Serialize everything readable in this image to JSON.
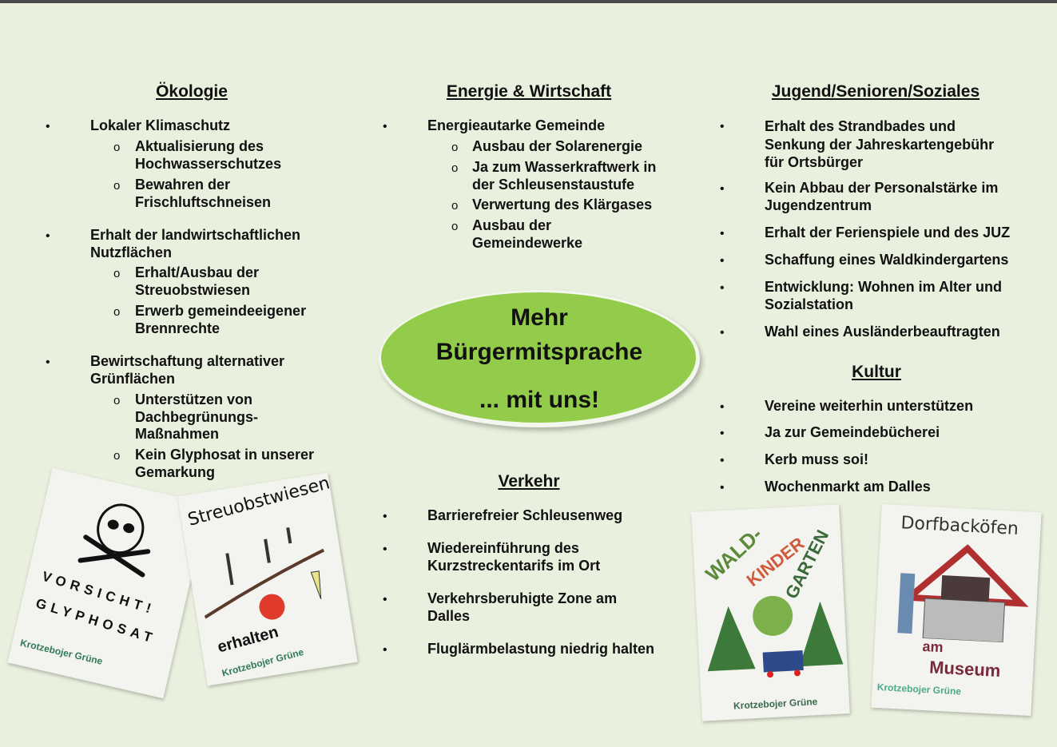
{
  "center": {
    "line1": "Mehr",
    "line2": "Bürgermitsprache",
    "line3": "... mit uns!"
  },
  "oekologie": {
    "title": "Ökologie",
    "items": [
      {
        "text": "Lokaler Klimaschutz",
        "sub": [
          "Aktualisierung des\nHochwasserschutzes",
          "Bewahren der\nFrischluftschneisen"
        ]
      },
      {
        "text": "Erhalt der landwirtschaftlichen\nNutzflächen",
        "sub": [
          "Erhalt/Ausbau der\nStreuobstwiesen",
          "Erwerb gemeindeeigener\nBrennrechte"
        ]
      },
      {
        "text": "Bewirtschaftung alternativer\nGrünflächen",
        "sub": [
          "Unterstützen von\nDachbegrünungs-\nMaßnahmen",
          "Kein Glyphosat in unserer\nGemarkung"
        ]
      }
    ]
  },
  "energie": {
    "title": "Energie & Wirtschaft",
    "items": [
      {
        "text": "Energieautarke Gemeinde",
        "sub": [
          "Ausbau der Solarenergie",
          "Ja zum Wasserkraftwerk in\nder Schleusenstaustufe",
          "Verwertung des Klärgases",
          "Ausbau der\nGemeindewerke"
        ]
      }
    ]
  },
  "verkehr": {
    "title": "Verkehr",
    "items": [
      "Barrierefreier Schleusenweg",
      "Wiedereinführung des\nKurzstreckentarifs im Ort",
      "Verkehrsberuhigte Zone am\nDalles",
      "Fluglärmbelastung niedrig halten"
    ]
  },
  "jugend": {
    "title": "Jugend/Senioren/Soziales",
    "items": [
      "Erhalt des Strandbades und\nSenkung der Jahreskartengebühr\nfür Ortsbürger",
      "Kein Abbau der Personalstärke im\nJugendzentrum",
      "Erhalt der Ferienspiele und des JUZ",
      "Schaffung eines Waldkindergartens",
      "Entwicklung: Wohnen im Alter und\nSozialstation",
      "Wahl eines Ausländerbeauftragten"
    ]
  },
  "kultur": {
    "title": "Kultur",
    "items": [
      "Vereine weiterhin unterstützen",
      "Ja zur Gemeindebücherei",
      "Kerb muss soi!",
      "Wochenmarkt am Dalles"
    ]
  },
  "bullet": "•",
  "subbullet": "o",
  "posters": {
    "brand": "Krotzebojer Grüne",
    "glyphosat": {
      "line1": "VORSICHT!",
      "line2": "GLYPHOSAT"
    },
    "streuobst": {
      "line1": "Streuobstwiesen",
      "line2": "erhalten"
    },
    "wald": {
      "line1": "WALD-",
      "line2": "KINDER",
      "line3": "GARTEN"
    },
    "backofen": {
      "line1": "Dorfbacköfen",
      "line2": "am",
      "line3": "Museum"
    }
  }
}
